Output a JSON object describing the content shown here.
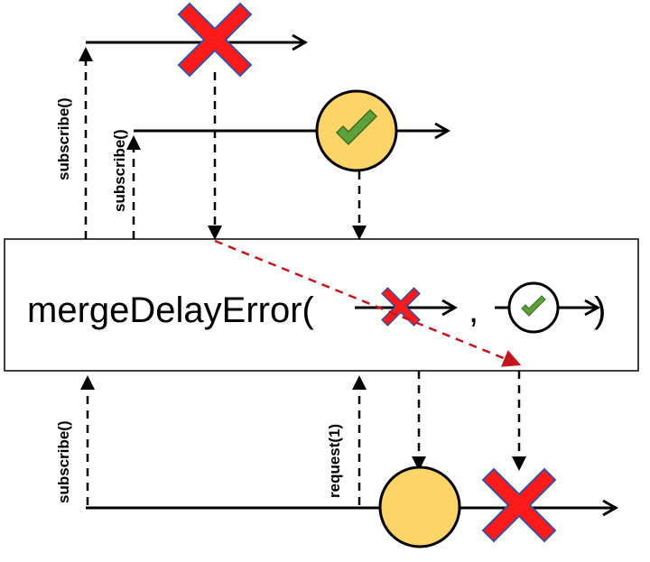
{
  "operator": {
    "name": "mergeDelayError(",
    "separator": ",",
    "close_paren": ")"
  },
  "labels": {
    "subscribe_a": "subscribe()",
    "subscribe_b": "subscribe()",
    "subscribe_out": "subscribe()",
    "request": "request(1)"
  },
  "colors": {
    "line": "#000000",
    "error_fill": "#ff1a1a",
    "error_stroke": "#3b4f9c",
    "success_fill": "#fdd468",
    "check_fill": "#5ea13b",
    "red_arrow": "#c0161c"
  }
}
